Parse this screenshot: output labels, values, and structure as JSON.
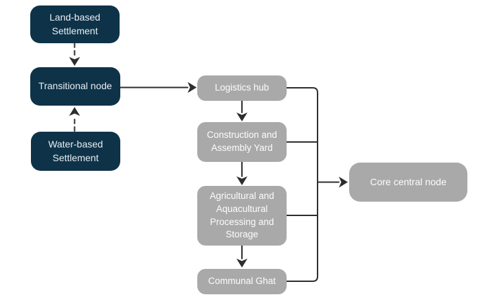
{
  "diagram": {
    "nodes": {
      "land": {
        "label": "Land-based Settlement",
        "type": "settlement"
      },
      "transitional": {
        "label": "Transitional node",
        "type": "node"
      },
      "water": {
        "label": "Water-based Settlement",
        "type": "settlement"
      },
      "logistics": {
        "label": "Logistics hub",
        "type": "facility"
      },
      "construction": {
        "label": "Construction and Assembly Yard",
        "type": "facility"
      },
      "agri": {
        "label": "Agricultural and Aquacultural Processing and Storage",
        "type": "facility"
      },
      "ghat": {
        "label": "Communal Ghat",
        "type": "facility"
      },
      "core": {
        "label": "Core central node",
        "type": "node"
      }
    },
    "edges": [
      {
        "from": "land",
        "to": "transitional",
        "style": "dashed",
        "arrow": "to"
      },
      {
        "from": "water",
        "to": "transitional",
        "style": "dashed",
        "arrow": "to"
      },
      {
        "from": "transitional",
        "to": "logistics",
        "style": "solid",
        "arrow": "to"
      },
      {
        "from": "logistics",
        "to": "construction",
        "style": "solid",
        "arrow": "to"
      },
      {
        "from": "construction",
        "to": "agri",
        "style": "solid",
        "arrow": "to"
      },
      {
        "from": "agri",
        "to": "ghat",
        "style": "solid",
        "arrow": "to"
      },
      {
        "from": "logistics",
        "to": "core",
        "style": "solid",
        "arrow": "to"
      },
      {
        "from": "construction",
        "to": "core",
        "style": "solid",
        "arrow": "to"
      },
      {
        "from": "agri",
        "to": "core",
        "style": "solid",
        "arrow": "to"
      },
      {
        "from": "ghat",
        "to": "core",
        "style": "solid",
        "arrow": "to"
      }
    ],
    "colors": {
      "primary_node": "#0e3349",
      "secondary_node": "#a9a9a9",
      "connector": "#2d2d2d",
      "text_on_primary": "#e8eef2",
      "text_on_secondary": "#fdfdfd",
      "background": "#ffffff"
    }
  }
}
